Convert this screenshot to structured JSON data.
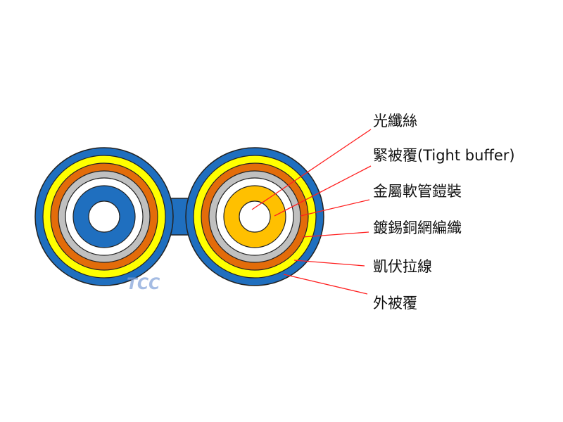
{
  "labels": [
    "光纖絲",
    "緊被覆(Tight buffer)",
    "金屬軟管鎧裝",
    "鍍錫銅網編織",
    "凱伏拉線",
    "外被覆"
  ],
  "watermark": "TCC",
  "colors": {
    "jacket": "#1f6fbf",
    "kevlar": "#ffff00",
    "braid": "#e36c0a",
    "armor": "#c0c0c0",
    "buffer": "#ffc000",
    "leader": "#ff2020"
  }
}
